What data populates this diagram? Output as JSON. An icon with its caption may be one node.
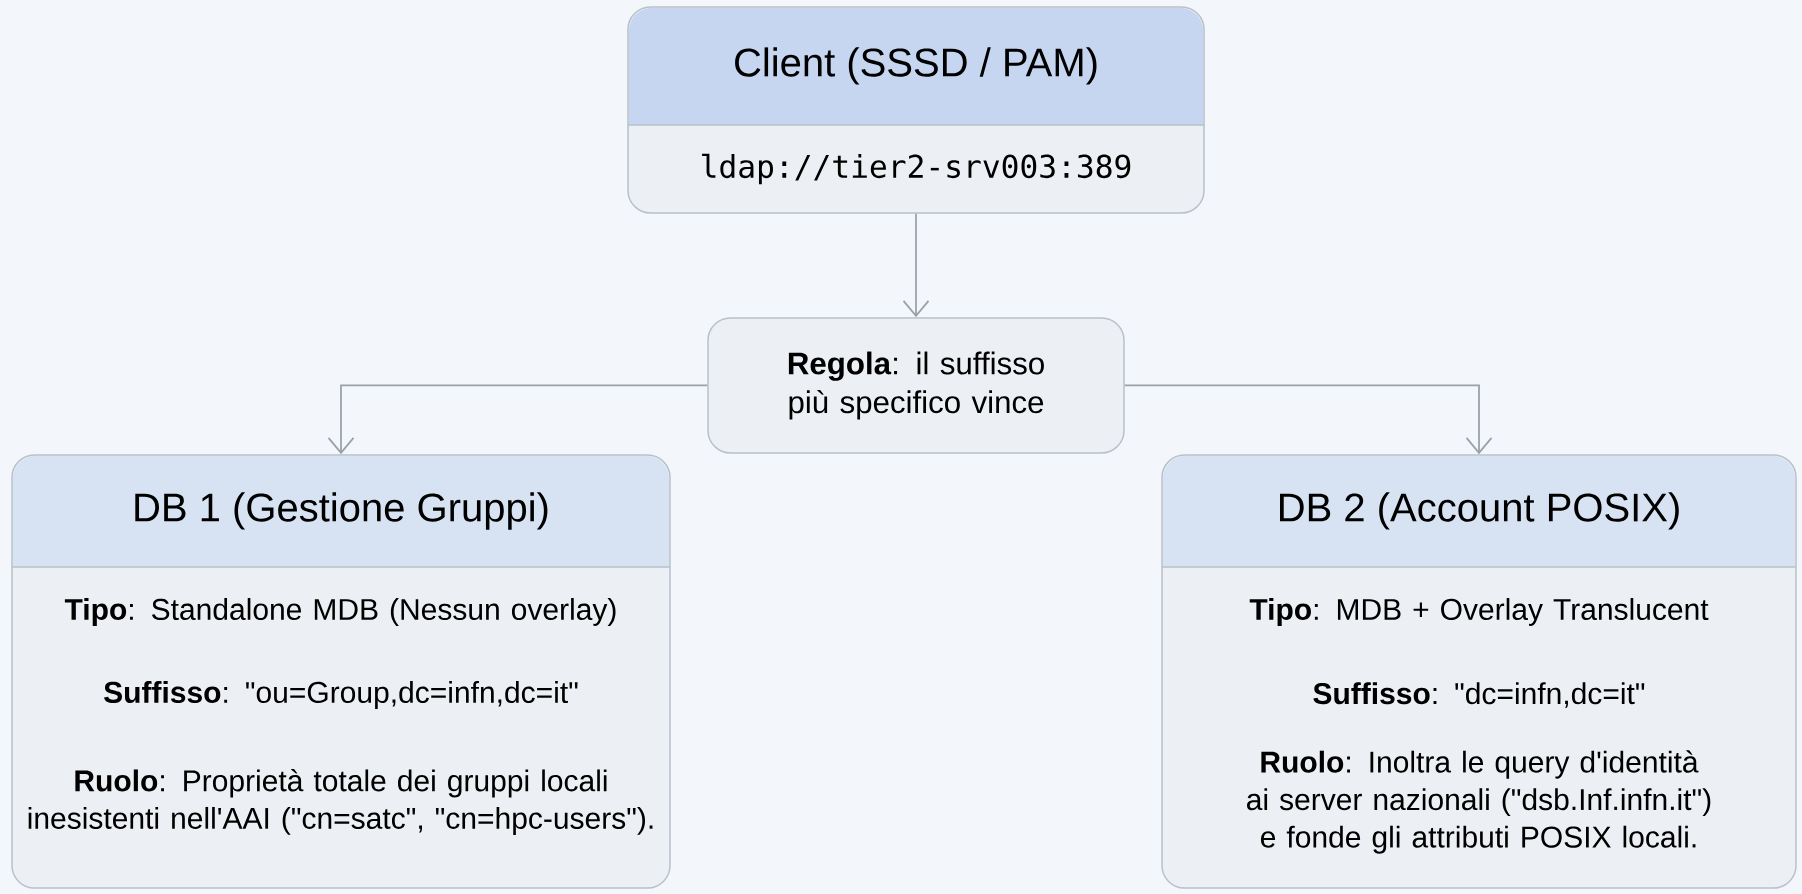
{
  "diagram": {
    "nodes": [
      {
        "text": [
          "Client (SSSD / PAM)",
          "ldap://tier2-srv003:389"
        ]
      },
      {
        "text": [
          "**Regola**: il suffisso più specifico vince"
        ]
      },
      {
        "text": [
          "DB 1 (Gestione Gruppi)",
          "**Tipo**: Standalone MDB (Nessun overlay)",
          "**Suffisso**: \"ou=Group,dc=infn,dc=it\"",
          "**Ruolo**: Proprietà totale dei gruppi locali inesistenti nell'AAI (\"cn=satc\", \"cn=hpc-users\")."
        ]
      },
      {
        "text": [
          "DB 2 (Account POSIX)",
          "**Tipo**: MDB + Overlay Translucent",
          "**Suffisso**: \"dc=infn,dc=it\"",
          "**Ruolo**: Inoltra le query d'identità ai server nazionali (\"dsb.Inf.infn.it\") e fonde gli attributi POSIX locali."
        ]
      }
    ],
    "edges": [
      {
        "from": 0,
        "to": 1,
        "arrow": "to"
      },
      {
        "from": 1,
        "to": 2,
        "arrow": "to"
      },
      {
        "from": 1,
        "to": 3,
        "arrow": "to"
      }
    ]
  }
}
